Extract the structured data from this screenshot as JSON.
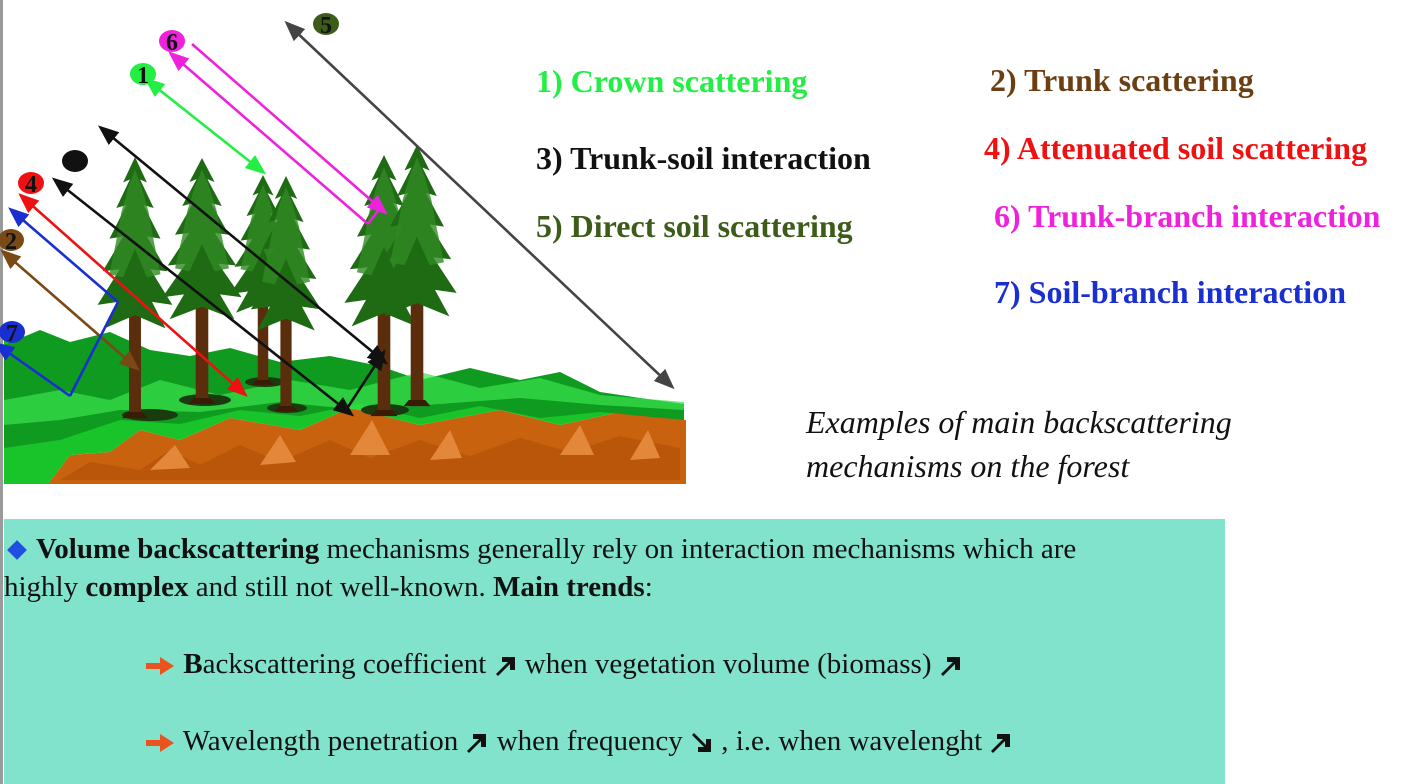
{
  "mechanisms": [
    {
      "num": "1",
      "label": "1) Crown scattering",
      "color": "#22ee44"
    },
    {
      "num": "2",
      "label": "2) Trunk scattering",
      "color": "#6b3f12"
    },
    {
      "num": "3",
      "label": "3) Trunk-soil interaction",
      "color": "#111111"
    },
    {
      "num": "4",
      "label": "4) Attenuated soil scattering",
      "color": "#ee1111"
    },
    {
      "num": "5",
      "label": "5) Direct soil scattering",
      "color": "#3d5c1a"
    },
    {
      "num": "6",
      "label": "6) Trunk-branch interaction",
      "color": "#ee22dd"
    },
    {
      "num": "7",
      "label": "7) Soil-branch interaction",
      "color": "#1a2fd0"
    }
  ],
  "caption": {
    "line1": "Examples of main backscattering",
    "line2": "mechanisms on the forest"
  },
  "panel": {
    "bullet_bold": "Volume backscattering",
    "bullet_rest": " mechanisms generally rely on interaction mechanisms which are",
    "line2_pre": "highly ",
    "line2_bold": "complex",
    "line2_mid": " and still not well-known.  ",
    "line2_bold2": "Main trends",
    "line2_end": ":",
    "trend1_bold": "B",
    "trend1_a": "ackscattering coefficient ",
    "trend1_b": " when vegetation volume (biomass) ",
    "trend2_a": "Wavelength penetration ",
    "trend2_b": " when frequency ",
    "trend2_c": " , i.e. when wavelenght ",
    "icon_bullet": "diamond-icon",
    "icon_trend": "right-arrow-icon",
    "icon_up": "arrow-up-right-icon",
    "icon_down": "arrow-down-right-icon",
    "bg_color": "#82e3cd",
    "bullet_color": "#1f4fe0",
    "arrow_color": "#e8531e"
  }
}
